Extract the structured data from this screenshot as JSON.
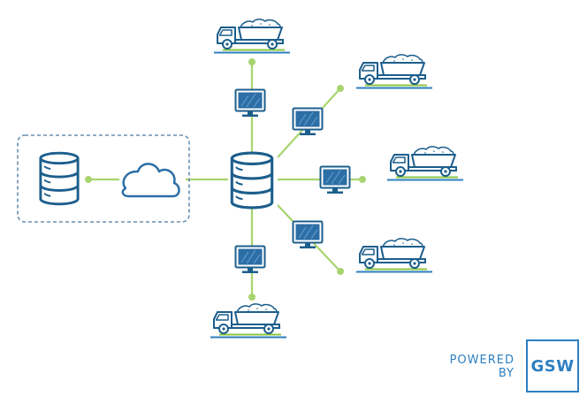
{
  "branding": {
    "powered_line1": "POWERED",
    "powered_line2": "BY",
    "logo_text": "GSW"
  },
  "colors": {
    "stroke": "#1c5e8c",
    "accent": "#2e7fc0",
    "screen": "#2c6ea6",
    "connector": "#a8d46f",
    "ground_green": "#8cc63f",
    "ground_blue": "#2e7fc0",
    "frame": "#6a8fb0"
  },
  "icons": {
    "database": "database-icon",
    "cloud": "cloud-icon",
    "monitor": "monitor-icon",
    "truck": "dump-truck-icon"
  }
}
